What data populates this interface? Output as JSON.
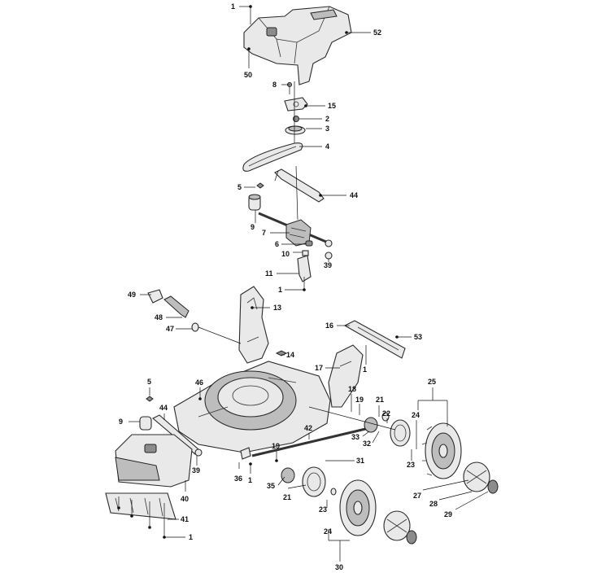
{
  "callouts": [
    {
      "id": "c1",
      "label": "1"
    },
    {
      "id": "c52",
      "label": "52"
    },
    {
      "id": "c50",
      "label": "50"
    },
    {
      "id": "c8",
      "label": "8"
    },
    {
      "id": "c15",
      "label": "15"
    },
    {
      "id": "c2",
      "label": "2"
    },
    {
      "id": "c3",
      "label": "3"
    },
    {
      "id": "c4",
      "label": "4"
    },
    {
      "id": "c5a",
      "label": "5"
    },
    {
      "id": "c44a",
      "label": "44"
    },
    {
      "id": "c9a",
      "label": "9"
    },
    {
      "id": "c7",
      "label": "7"
    },
    {
      "id": "c6",
      "label": "6"
    },
    {
      "id": "c10",
      "label": "10"
    },
    {
      "id": "c39a",
      "label": "39"
    },
    {
      "id": "c11",
      "label": "11"
    },
    {
      "id": "c1b",
      "label": "1"
    },
    {
      "id": "c49",
      "label": "49"
    },
    {
      "id": "c13",
      "label": "13"
    },
    {
      "id": "c48",
      "label": "48"
    },
    {
      "id": "c47",
      "label": "47"
    },
    {
      "id": "c16",
      "label": "16"
    },
    {
      "id": "c53",
      "label": "53"
    },
    {
      "id": "c14",
      "label": "14"
    },
    {
      "id": "c1c",
      "label": "1"
    },
    {
      "id": "c17",
      "label": "17"
    },
    {
      "id": "c25",
      "label": "25"
    },
    {
      "id": "c5b",
      "label": "5"
    },
    {
      "id": "c46",
      "label": "46"
    },
    {
      "id": "c18",
      "label": "18"
    },
    {
      "id": "c19a",
      "label": "19"
    },
    {
      "id": "c21a",
      "label": "21"
    },
    {
      "id": "c44b",
      "label": "44"
    },
    {
      "id": "c22",
      "label": "22"
    },
    {
      "id": "c24a",
      "label": "24"
    },
    {
      "id": "c9b",
      "label": "9"
    },
    {
      "id": "c42",
      "label": "42"
    },
    {
      "id": "c33",
      "label": "33"
    },
    {
      "id": "c32",
      "label": "32"
    },
    {
      "id": "c19b",
      "label": "19"
    },
    {
      "id": "c31",
      "label": "31"
    },
    {
      "id": "c23a",
      "label": "23"
    },
    {
      "id": "c39b",
      "label": "39"
    },
    {
      "id": "c36",
      "label": "36"
    },
    {
      "id": "c1d",
      "label": "1"
    },
    {
      "id": "c35",
      "label": "35"
    },
    {
      "id": "c21b",
      "label": "21"
    },
    {
      "id": "c40",
      "label": "40"
    },
    {
      "id": "c27",
      "label": "27"
    },
    {
      "id": "c28",
      "label": "28"
    },
    {
      "id": "c23b",
      "label": "23"
    },
    {
      "id": "c29",
      "label": "29"
    },
    {
      "id": "c41",
      "label": "41"
    },
    {
      "id": "c24b",
      "label": "24"
    },
    {
      "id": "c1e",
      "label": "1"
    },
    {
      "id": "c30",
      "label": "30"
    }
  ]
}
